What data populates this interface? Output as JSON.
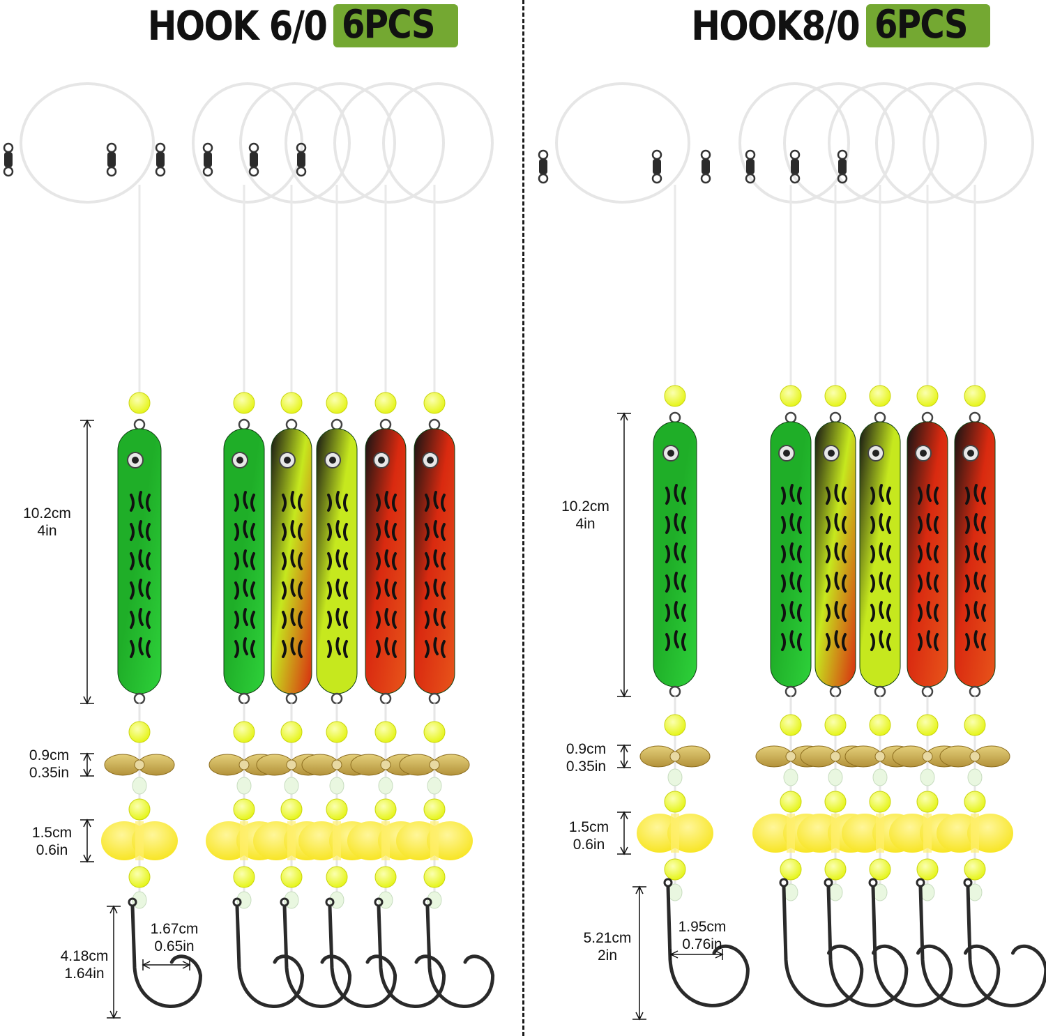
{
  "panels": [
    {
      "hook_label": "HOOK 6/0",
      "count_badge": "6PCS",
      "lure_length": [
        "10.2cm",
        "4in"
      ],
      "blade_size": [
        "0.9cm",
        "0.35in"
      ],
      "float_size": [
        "1.5cm",
        "0.6in"
      ],
      "hook_length": [
        "4.18cm",
        "1.64in"
      ],
      "hook_gap": [
        "1.67cm",
        "0.65in"
      ]
    },
    {
      "hook_label": "HOOK8/0",
      "count_badge": "6PCS",
      "lure_length": [
        "10.2cm",
        "4in"
      ],
      "blade_size": [
        "0.9cm",
        "0.35in"
      ],
      "float_size": [
        "1.5cm",
        "0.6in"
      ],
      "hook_length": [
        "5.21cm",
        "2in"
      ],
      "hook_gap": [
        "1.95cm",
        "0.76in"
      ]
    }
  ],
  "colors": {
    "badge": "#74a832",
    "lure_green": "#1fae28",
    "lure_chartreuse": "#c6e81e",
    "lure_red": "#d92a10",
    "lure_black": "#141414",
    "bead": "#e6f51a",
    "float": "#f7e41c",
    "blade": "#b3923a"
  },
  "lure_patterns": [
    "green",
    "green",
    "black-chartreuse-red",
    "black-chartreuse",
    "red-black",
    "red-black"
  ]
}
